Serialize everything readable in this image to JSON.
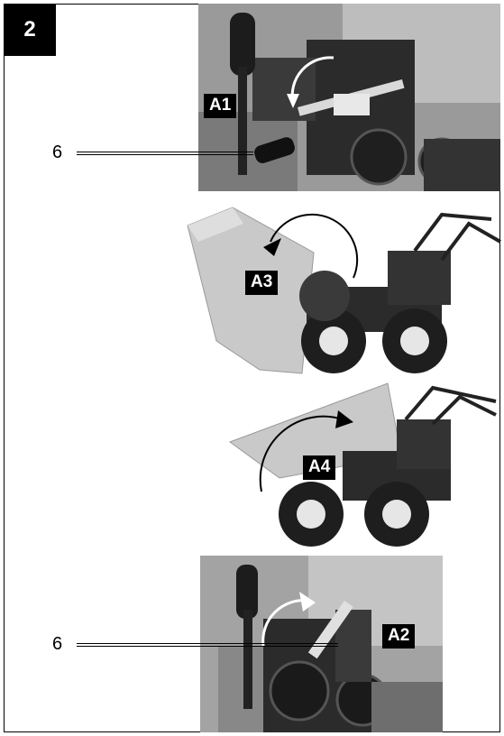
{
  "figure": {
    "number": "2"
  },
  "panels": [
    {
      "id": "top",
      "callouts": [
        "A1"
      ],
      "ref_number": "6"
    },
    {
      "id": "tip",
      "callouts": [
        "A3"
      ]
    },
    {
      "id": "lower",
      "callouts": [
        "A4"
      ]
    },
    {
      "id": "bottom",
      "callouts": [
        "A2"
      ],
      "ref_number": "6"
    }
  ],
  "colors": {
    "ink": "#000000",
    "paper": "#ffffff",
    "photo_dark": "#2b2b2b",
    "photo_mid": "#8a8a8a",
    "hopper": "#c9c9c9"
  }
}
